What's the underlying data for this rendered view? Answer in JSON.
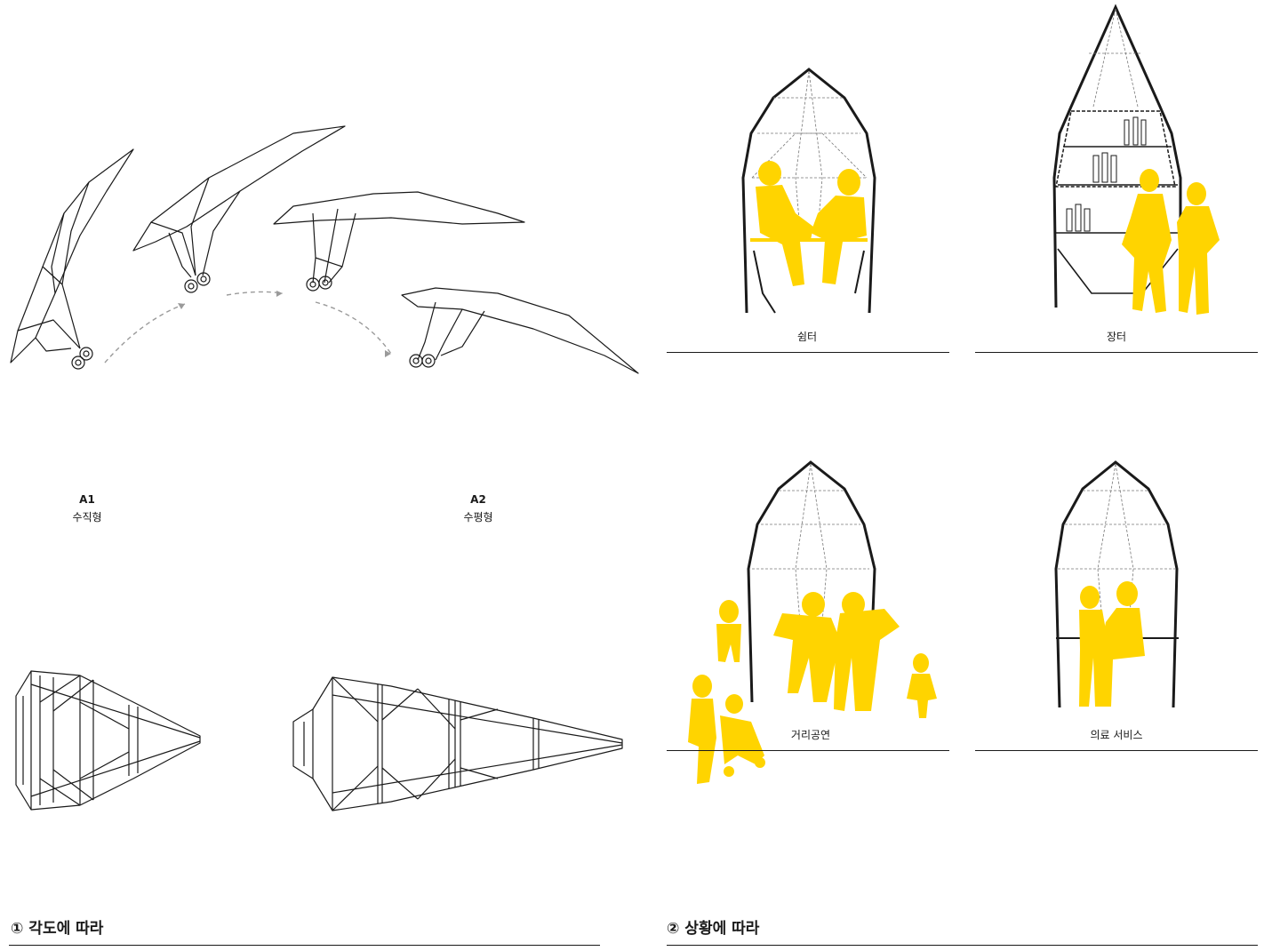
{
  "left_panel": {
    "variant_a1": {
      "code": "A1",
      "name": "수직형"
    },
    "variant_a2": {
      "code": "A2",
      "name": "수평형"
    },
    "section_title": "① 각도에 따라"
  },
  "right_panel": {
    "scenes": [
      {
        "caption": "쉼터"
      },
      {
        "caption": "장터"
      },
      {
        "caption": "거리공연"
      },
      {
        "caption": "의료 서비스"
      }
    ],
    "section_title": "② 상황에 따라"
  },
  "colors": {
    "figure_fill": "#FFD400",
    "line": "#1a1a1a",
    "dash": "#9a9a9a"
  }
}
